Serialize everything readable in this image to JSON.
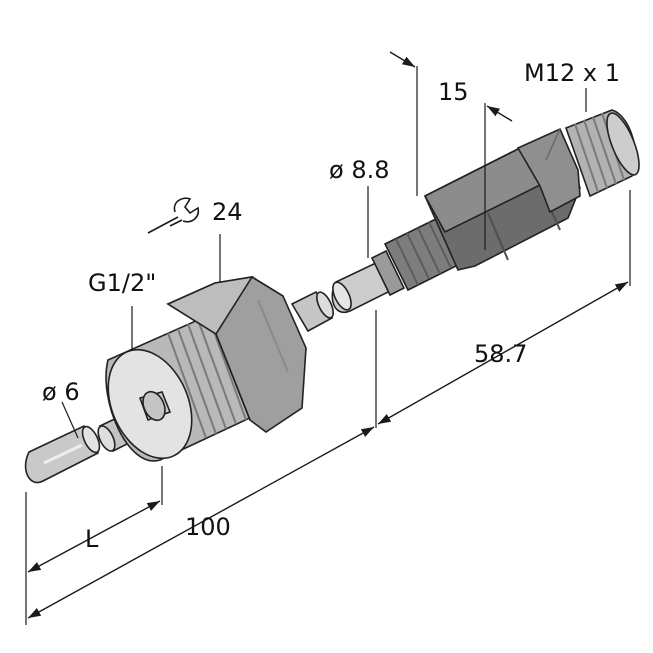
{
  "labels": {
    "connector_thread": "M12 x 1",
    "length_15": "15",
    "diameter_8_8": "ø 8.8",
    "wrench_size": "24",
    "process_thread": "G1/2\"",
    "diameter_6": "ø 6",
    "length_100": "100",
    "length_58_7": "58.7",
    "length_L": "L"
  },
  "colors": {
    "light_metal": "#cfcfcf",
    "mid_metal": "#a9a9a9",
    "dark_body": "#6d6d6d",
    "outline": "#222222"
  }
}
